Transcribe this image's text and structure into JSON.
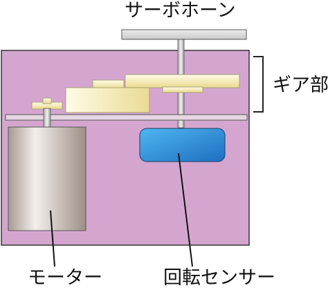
{
  "labels": {
    "servo_horn": "サーボホーン",
    "gear_section": "ギア部",
    "motor": "モーター",
    "rotation_sensor": "回転センサー"
  },
  "colors": {
    "case": "#d4a6cf",
    "outline": "#333333",
    "gear": "#f2e6a6",
    "horn": "#d9d9d9",
    "motor": "#cbbdb5",
    "sensor": "#2a8fd8"
  }
}
